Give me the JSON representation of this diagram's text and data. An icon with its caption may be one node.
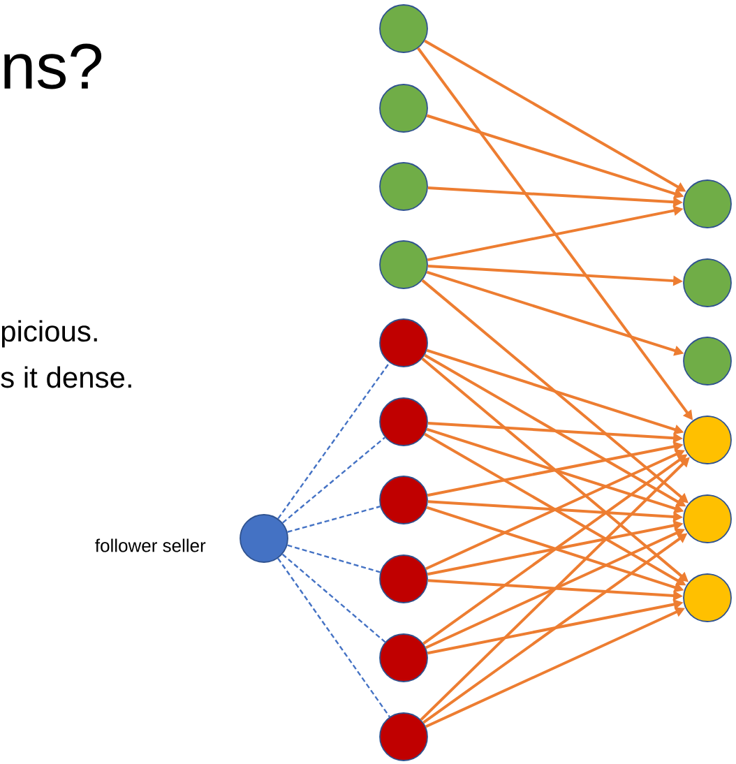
{
  "diagram": {
    "nodes": [
      {
        "text": [],
        "shape": "circle"
      },
      {
        "text": [],
        "shape": "circle"
      },
      {
        "text": [],
        "shape": "circle"
      },
      {
        "text": [],
        "shape": "circle"
      },
      {
        "text": [],
        "shape": "circle"
      },
      {
        "text": [],
        "shape": "circle"
      },
      {
        "text": [],
        "shape": "circle"
      },
      {
        "text": [],
        "shape": "circle"
      },
      {
        "text": [],
        "shape": "circle"
      },
      {
        "text": [],
        "shape": "circle"
      },
      {
        "text": [],
        "shape": "circle",
        "beside": [
          "follower seller"
        ]
      },
      {
        "text": [],
        "shape": "circle"
      },
      {
        "text": [],
        "shape": "circle"
      },
      {
        "text": [],
        "shape": "circle"
      },
      {
        "text": [],
        "shape": "circle"
      },
      {
        "text": [],
        "shape": "circle"
      },
      {
        "text": [],
        "shape": "circle"
      }
    ],
    "edges": [
      {
        "from": 0,
        "to": 11,
        "arrow": "to"
      },
      {
        "from": 0,
        "to": 14,
        "arrow": "to"
      },
      {
        "from": 1,
        "to": 11,
        "arrow": "to"
      },
      {
        "from": 2,
        "to": 11,
        "arrow": "to"
      },
      {
        "from": 3,
        "to": 11,
        "arrow": "to"
      },
      {
        "from": 3,
        "to": 12,
        "arrow": "to"
      },
      {
        "from": 3,
        "to": 13,
        "arrow": "to"
      },
      {
        "from": 3,
        "to": 15,
        "arrow": "to"
      },
      {
        "from": 4,
        "to": 14,
        "arrow": "to"
      },
      {
        "from": 4,
        "to": 15,
        "arrow": "to"
      },
      {
        "from": 4,
        "to": 16,
        "arrow": "to"
      },
      {
        "from": 5,
        "to": 14,
        "arrow": "to"
      },
      {
        "from": 5,
        "to": 15,
        "arrow": "to"
      },
      {
        "from": 5,
        "to": 16,
        "arrow": "to"
      },
      {
        "from": 6,
        "to": 14,
        "arrow": "to"
      },
      {
        "from": 6,
        "to": 15,
        "arrow": "to"
      },
      {
        "from": 6,
        "to": 16,
        "arrow": "to"
      },
      {
        "from": 7,
        "to": 14,
        "arrow": "to"
      },
      {
        "from": 7,
        "to": 15,
        "arrow": "to"
      },
      {
        "from": 7,
        "to": 16,
        "arrow": "to"
      },
      {
        "from": 8,
        "to": 14,
        "arrow": "to"
      },
      {
        "from": 8,
        "to": 15,
        "arrow": "to"
      },
      {
        "from": 8,
        "to": 16,
        "arrow": "to"
      },
      {
        "from": 9,
        "to": 14,
        "arrow": "to"
      },
      {
        "from": 9,
        "to": 15,
        "arrow": "to"
      },
      {
        "from": 9,
        "to": 16,
        "arrow": "to"
      },
      {
        "from": 10,
        "to": 4,
        "arrow": "none",
        "style": "dashed",
        "color": "#4472c4"
      },
      {
        "from": 10,
        "to": 5,
        "arrow": "none",
        "style": "dashed",
        "color": "#4472c4"
      },
      {
        "from": 10,
        "to": 6,
        "arrow": "none",
        "style": "dashed",
        "color": "#4472c4"
      },
      {
        "from": 10,
        "to": 7,
        "arrow": "none",
        "style": "dashed",
        "color": "#4472c4"
      },
      {
        "from": 10,
        "to": 8,
        "arrow": "none",
        "style": "dashed",
        "color": "#4472c4"
      },
      {
        "from": 10,
        "to": 9,
        "arrow": "none",
        "style": "dashed",
        "color": "#4472c4"
      }
    ],
    "labels": [
      "ns?",
      "picious.",
      "s it dense."
    ]
  }
}
